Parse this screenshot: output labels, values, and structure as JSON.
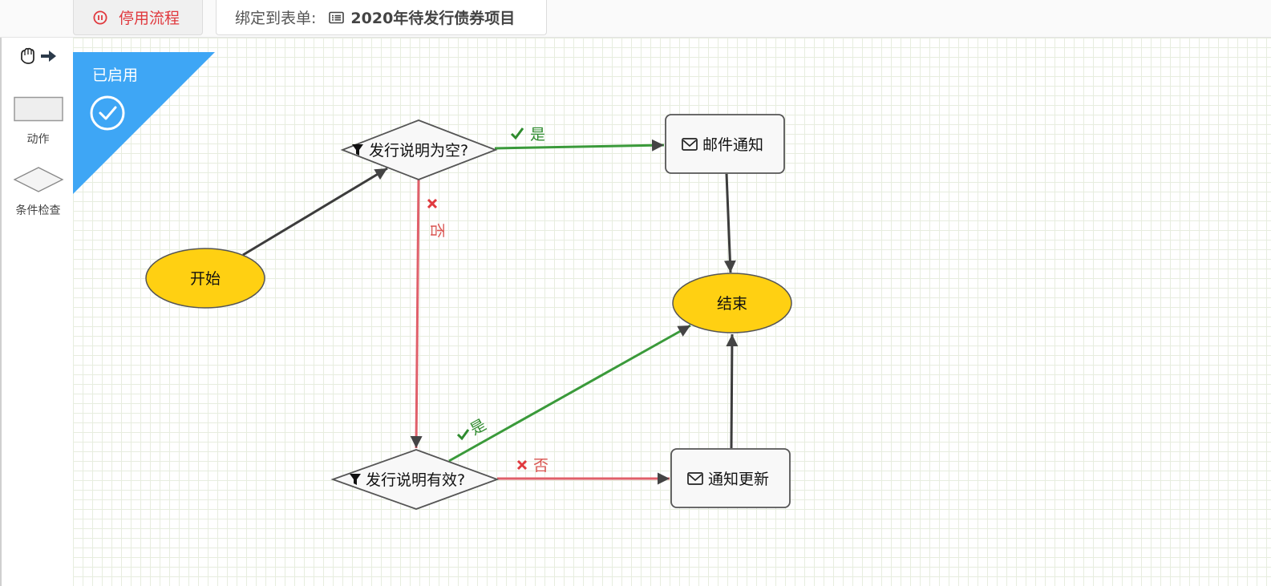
{
  "header": {
    "disable_button_label": "停用流程",
    "bind_prefix": "绑定到表单:",
    "bound_form_name": "2020年待发行债券项目"
  },
  "toolbox": {
    "action_label": "动作",
    "condition_label": "条件检查"
  },
  "status": {
    "label": "已启用",
    "color": "#3ea6f5"
  },
  "nodes": {
    "start": "开始",
    "end": "结束",
    "cond1": "发行说明为空?",
    "cond2": "发行说明有效?",
    "email": "邮件通知",
    "notify": "通知更新"
  },
  "edges": {
    "yes": "是",
    "no": "否"
  },
  "colors": {
    "yes_edge": "#3a9a3a",
    "no_edge": "#e0606a",
    "terminal_fill": "#ffd012",
    "disable_text": "#e0393e"
  }
}
